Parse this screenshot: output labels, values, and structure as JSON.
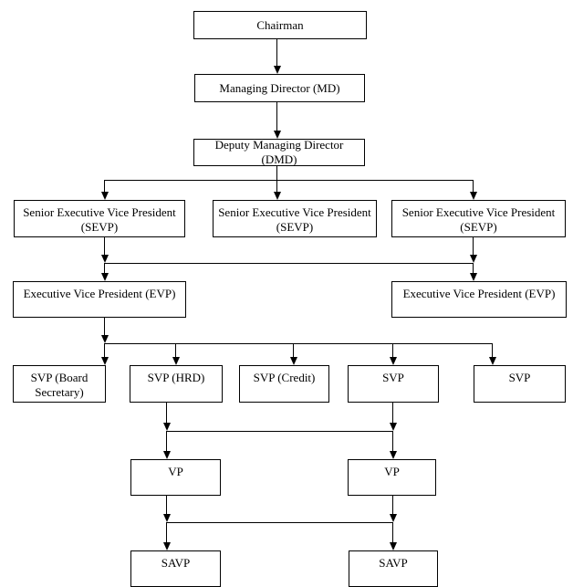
{
  "diagram": {
    "type": "org-chart",
    "colors": {
      "line": "#000000",
      "box_border": "#000000",
      "box_background": "#ffffff",
      "text": "#000000",
      "page_background": "#ffffff"
    },
    "nodes": [
      {
        "id": "chairman",
        "label": "Chairman"
      },
      {
        "id": "md",
        "label": "Managing Director (MD)"
      },
      {
        "id": "dmd",
        "label": "Deputy Managing Director (DMD)"
      },
      {
        "id": "sevp1",
        "label": "Senior Executive Vice President (SEVP)"
      },
      {
        "id": "sevp2",
        "label": "Senior Executive Vice President (SEVP)"
      },
      {
        "id": "sevp3",
        "label": "Senior Executive Vice President (SEVP)"
      },
      {
        "id": "evp1",
        "label": "Executive Vice President (EVP)"
      },
      {
        "id": "evp2",
        "label": "Executive Vice President (EVP)"
      },
      {
        "id": "svp-board-secretary",
        "label": "SVP (Board Secretary)"
      },
      {
        "id": "svp-hrd",
        "label": "SVP (HRD)"
      },
      {
        "id": "svp-credit",
        "label": "SVP (Credit)"
      },
      {
        "id": "svp4",
        "label": "SVP"
      },
      {
        "id": "svp5",
        "label": "SVP"
      },
      {
        "id": "vp1",
        "label": "VP"
      },
      {
        "id": "vp2",
        "label": "VP"
      },
      {
        "id": "savp1",
        "label": "SAVP"
      },
      {
        "id": "savp2",
        "label": "SAVP"
      }
    ],
    "edges": [
      {
        "from": "chairman",
        "to": "md"
      },
      {
        "from": "md",
        "to": "dmd"
      },
      {
        "from": "dmd",
        "to": "sevp1"
      },
      {
        "from": "dmd",
        "to": "sevp2"
      },
      {
        "from": "dmd",
        "to": "sevp3"
      },
      {
        "from": "sevp1",
        "to": "evp1"
      },
      {
        "from": "sevp3",
        "to": "evp2"
      },
      {
        "from": "evp1",
        "to": "svp-board-secretary"
      },
      {
        "from": "evp1",
        "to": "svp-hrd"
      },
      {
        "from": "evp1",
        "to": "svp-credit"
      },
      {
        "from": "evp1",
        "to": "svp4"
      },
      {
        "from": "evp1",
        "to": "svp5"
      },
      {
        "from": "svp-hrd",
        "to": "vp1"
      },
      {
        "from": "svp4",
        "to": "vp2"
      },
      {
        "from": "vp1",
        "to": "savp1"
      },
      {
        "from": "vp2",
        "to": "savp2"
      }
    ]
  }
}
